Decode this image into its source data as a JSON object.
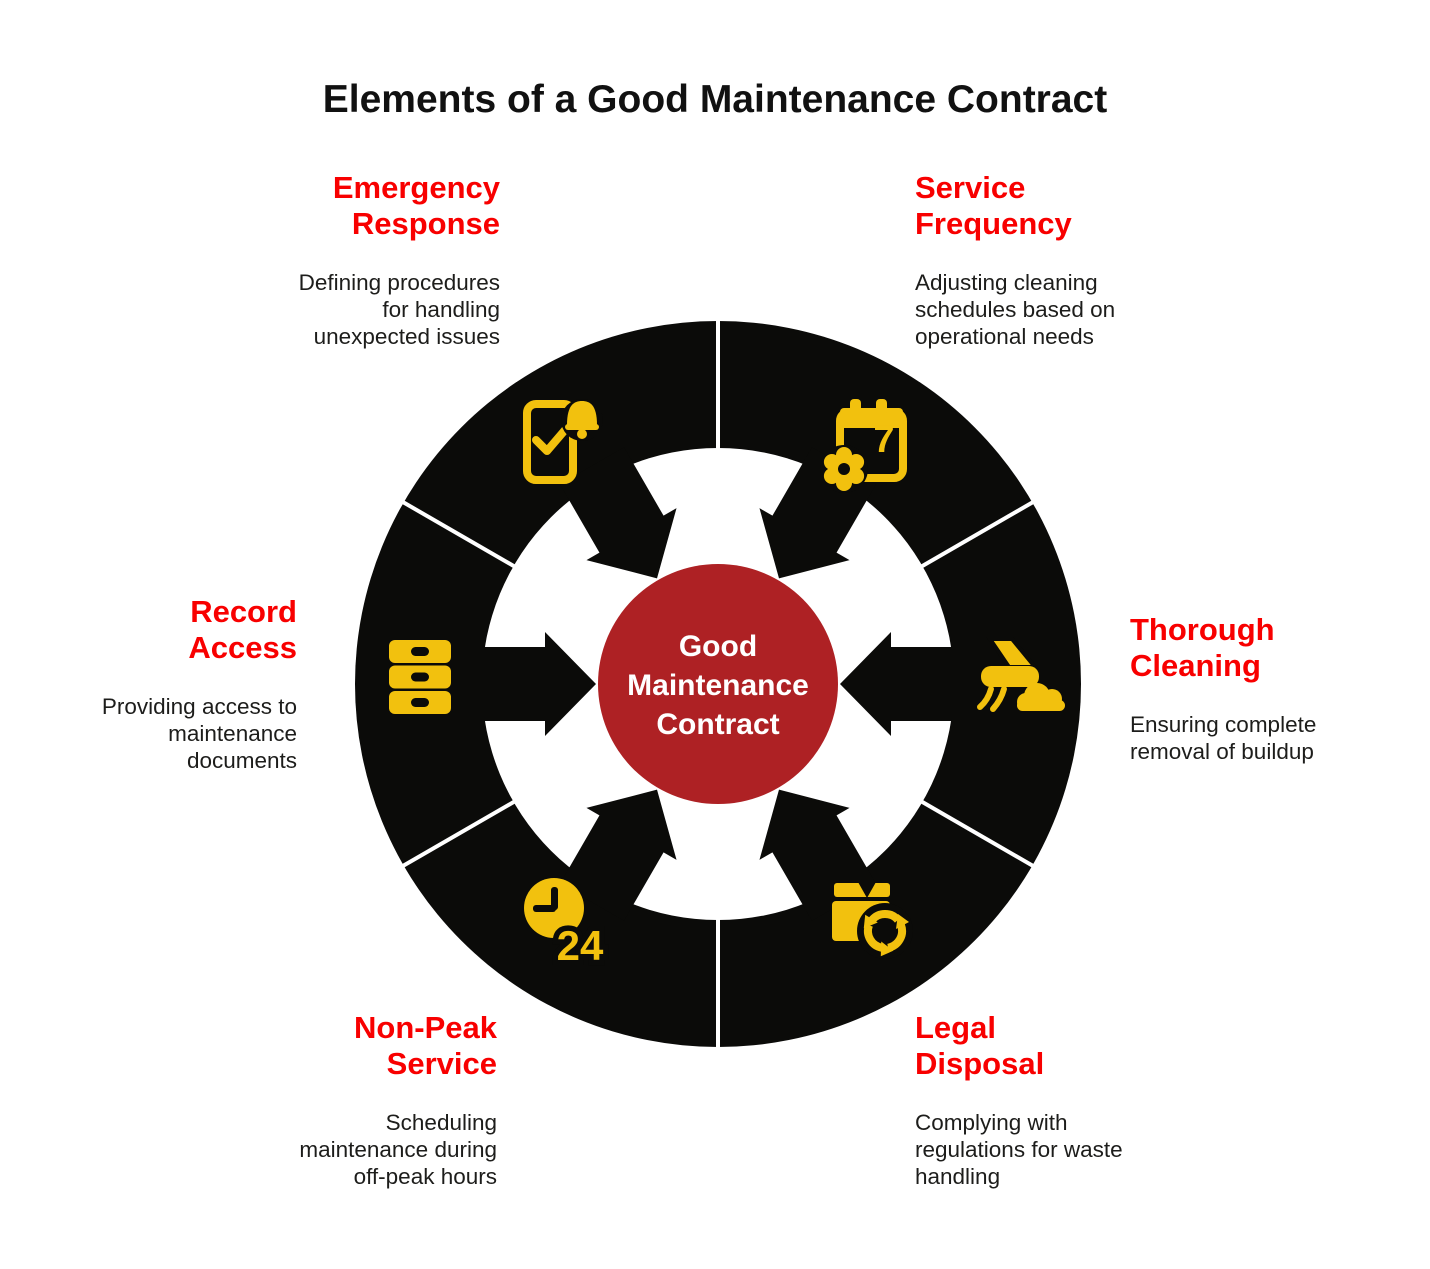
{
  "title": "Elements of a Good Maintenance Contract",
  "center": {
    "label": "Good\nMaintenance\nContract"
  },
  "colors": {
    "heading_red": "#F80000",
    "center_red": "#AE2124",
    "icon_yellow": "#F2C10E",
    "ring_black": "#0B0B09",
    "body_text": "#1D1D1B",
    "title_text": "#111111",
    "center_text": "#FFFFFF"
  },
  "segments": [
    {
      "id": "emergency-response",
      "position": "top-left",
      "icon": "phone-check-bell-icon",
      "heading": "Emergency\nResponse",
      "description": "Defining procedures\nfor handling\nunexpected issues"
    },
    {
      "id": "service-frequency",
      "position": "top-right",
      "icon": "calendar-gear-icon",
      "heading": "Service\nFrequency",
      "description": "Adjusting cleaning\nschedules based on\noperational needs"
    },
    {
      "id": "thorough-cleaning",
      "position": "right",
      "icon": "cleaning-brush-icon",
      "heading": "Thorough\nCleaning",
      "description": "Ensuring complete\nremoval of buildup"
    },
    {
      "id": "legal-disposal",
      "position": "bottom-right",
      "icon": "box-recycle-icon",
      "heading": "Legal\nDisposal",
      "description": "Complying with\nregulations for waste\nhandling"
    },
    {
      "id": "non-peak-service",
      "position": "bottom-left",
      "icon": "clock-24-icon",
      "heading": "Non-Peak\nService",
      "description": "Scheduling\nmaintenance during\noff-peak hours"
    },
    {
      "id": "record-access",
      "position": "left",
      "icon": "filing-cabinet-icon",
      "heading": "Record\nAccess",
      "description": "Providing access to\nmaintenance\ndocuments"
    }
  ],
  "icon_labels": {
    "calendar_day": "7",
    "clock_hours": "24"
  }
}
